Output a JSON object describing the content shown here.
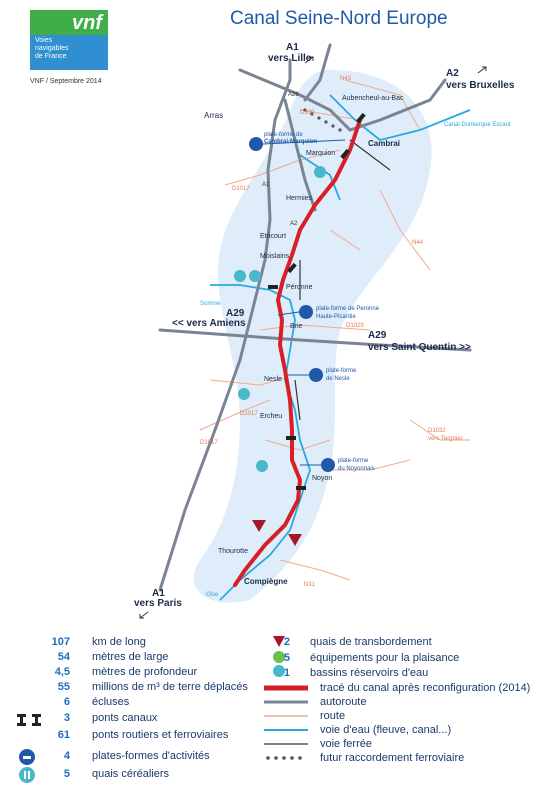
{
  "header": {
    "logo_brand": "vnf",
    "logo_subtitle_1": "Voies",
    "logo_subtitle_2": "navigables",
    "logo_subtitle_3": "de France",
    "date": "VNF / Septembre 2014",
    "title": "Canal Seine-Nord Europe"
  },
  "map": {
    "highway_labels": {
      "a1_north_code": "A1",
      "a1_north_dest": "vers Lille",
      "a2_code": "A2",
      "a2_dest": "vers Bruxelles",
      "a29_west_code": "A29",
      "a29_west_dest": "<< vers Amiens",
      "a29_east_code": "A29",
      "a29_east_dest": "vers Saint Quentin >>",
      "a1_south_code": "A1",
      "a1_south_dest": "vers Paris",
      "a26": "A26",
      "a1_mid": "A1",
      "a2_mid": "A2"
    },
    "roads": {
      "n43": "N43",
      "d939": "D939",
      "d1017_a": "D1017",
      "n44": "N44",
      "d1029": "D1029",
      "d1017_b": "D1017",
      "d1017_c": "D1017",
      "d1032": "D1032",
      "d1032_dest": "vers Tergnier",
      "n31": "N31"
    },
    "towns": {
      "arras": "Arras",
      "aubencheul": "Aubencheul-au-Bac",
      "cambrai": "Cambrai",
      "marquion": "Marquion",
      "hermies": "Hermies",
      "etricourt": "Etricourt",
      "moislains": "Moislains",
      "peronne": "Péronne",
      "brie": "Brie",
      "nesle": "Nesle",
      "ercheu": "Ercheu",
      "noyon": "Noyon",
      "thourotte": "Thourotte",
      "compiegne": "Compiègne"
    },
    "waterways": {
      "escaut": "Canal Dunkerque Escaut",
      "somme": "Somme",
      "oise": "Oise"
    },
    "platforms": {
      "cambrai_1": "plate-forme de",
      "cambrai_2": "Cambrai-Marquion",
      "peronne_1": "plate-forme de Peronne",
      "peronne_2": "Haute-Picardie",
      "nesle_1": "plate-forme",
      "nesle_2": "de Nesle",
      "noyon_1": "plate-forme",
      "noyon_2": "du Noyonnais"
    }
  },
  "legend": {
    "left": [
      {
        "num": "107",
        "label": "km de long"
      },
      {
        "num": "54",
        "label": "mètres de large"
      },
      {
        "num": "4,5",
        "label": "mètres de profondeur"
      },
      {
        "num": "55",
        "label": "millions de m³ de terre déplacés"
      },
      {
        "num": "6",
        "label": "écluses"
      },
      {
        "num": "3",
        "label": "ponts canaux"
      },
      {
        "num": "61",
        "label": "ponts routiers et ferroviaires"
      },
      {
        "num": "4",
        "label": "plates-formes d'activités"
      },
      {
        "num": "5",
        "label": "quais céréaliers"
      }
    ],
    "right": [
      {
        "num": "2",
        "label": "quais de transbordement"
      },
      {
        "num": "5",
        "label": "équipements pour la plaisance"
      },
      {
        "num": "1",
        "label": "bassins réservoirs d'eau"
      },
      {
        "num": "",
        "label": "tracé du canal après reconfiguration (2014)"
      },
      {
        "num": "",
        "label": "autoroute"
      },
      {
        "num": "",
        "label": "route"
      },
      {
        "num": "",
        "label": "voie d'eau (fleuve, canal...)"
      },
      {
        "num": "",
        "label": "voie ferrée"
      },
      {
        "num": "",
        "label": "futur raccordement ferroviaire"
      }
    ]
  },
  "colors": {
    "canal": "#d61f26",
    "motorway": "#7b8494",
    "road": "#f2a98a",
    "water": "#29a9e0",
    "rail": "#333333",
    "corridor": "#d6e9f7",
    "platform": "#1e5aa8",
    "cereal": "#49b8c9",
    "leisure": "#6bbf4c"
  }
}
